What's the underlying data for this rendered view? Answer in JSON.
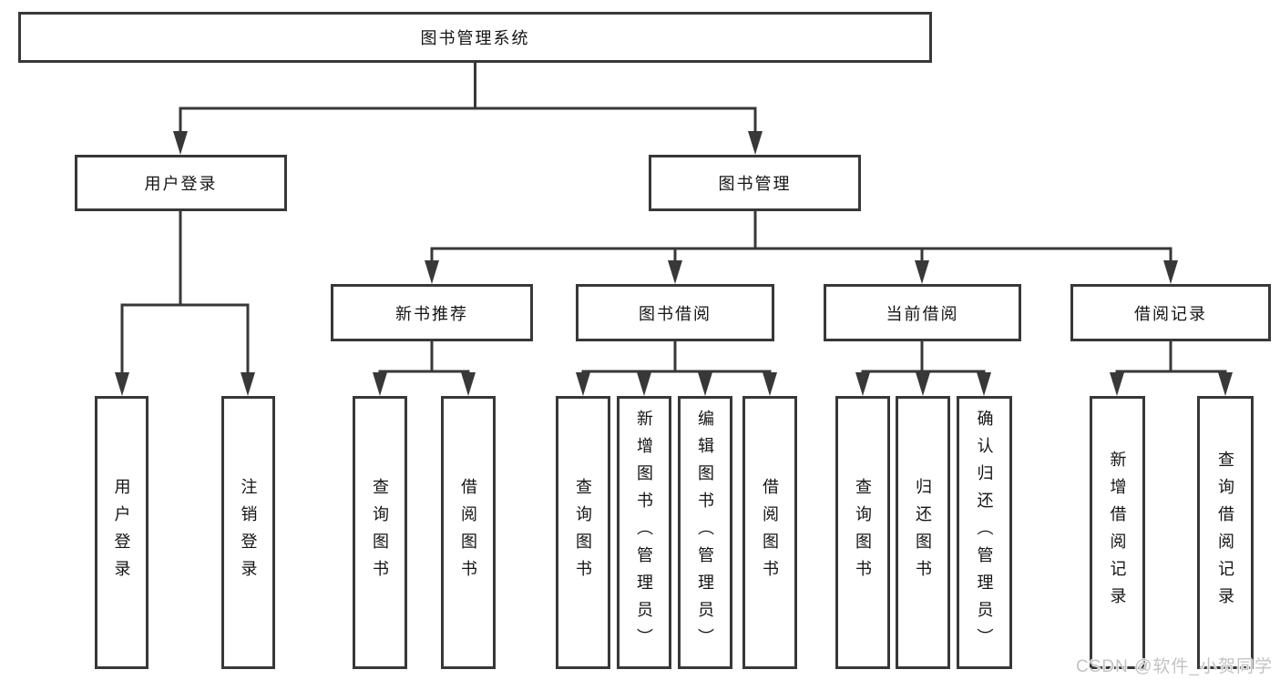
{
  "diagram": {
    "title": "图书管理系统",
    "nodes": {
      "root": {
        "label": "图书管理系统"
      },
      "level2": [
        {
          "label": "用户登录"
        },
        {
          "label": "图书管理"
        }
      ],
      "level3": [
        {
          "label": "新书推荐",
          "parent": "图书管理"
        },
        {
          "label": "图书借阅",
          "parent": "图书管理"
        },
        {
          "label": "当前借阅",
          "parent": "图书管理"
        },
        {
          "label": "借阅记录",
          "parent": "图书管理"
        }
      ],
      "leaves": [
        {
          "label": "用户登录",
          "parent": "用户登录"
        },
        {
          "label": "注销登录",
          "parent": "用户登录"
        },
        {
          "label": "查询图书",
          "parent": "新书推荐"
        },
        {
          "label": "借阅图书",
          "parent": "新书推荐"
        },
        {
          "label": "查询图书",
          "parent": "图书借阅"
        },
        {
          "label": "新增图书（管理员）",
          "parent": "图书借阅"
        },
        {
          "label": "编辑图书（管理员）",
          "parent": "图书借阅"
        },
        {
          "label": "借阅图书",
          "parent": "图书借阅"
        },
        {
          "label": "查询图书",
          "parent": "当前借阅"
        },
        {
          "label": "归还图书",
          "parent": "当前借阅"
        },
        {
          "label": "确认归还（管理员）",
          "parent": "当前借阅"
        },
        {
          "label": "新增借阅记录",
          "parent": "借阅记录"
        },
        {
          "label": "查询借阅记录",
          "parent": "借阅记录"
        }
      ]
    },
    "colors": {
      "line": "#383838",
      "box_border": "#383838",
      "text": "#141414",
      "watermark": "#c3c3c3",
      "background": "#ffffff"
    },
    "watermark": "CSDN @软件_小贺同学"
  }
}
